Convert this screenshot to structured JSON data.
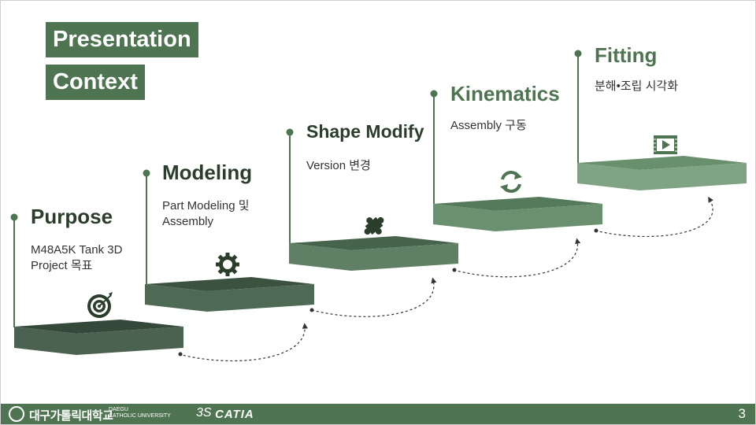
{
  "header": {
    "title_line1": "Presentation",
    "title_line2": "Context"
  },
  "steps": [
    {
      "title": "Purpose",
      "desc_line1": "M48A5K Tank 3D",
      "desc_line2": "Project 목표",
      "icon": "target-icon"
    },
    {
      "title": "Modeling",
      "desc_line1": "Part Modeling 및",
      "desc_line2": "Assembly",
      "icon": "gear-icon"
    },
    {
      "title": "Shape Modify",
      "desc_line1": "Version 변경",
      "desc_line2": "",
      "icon": "puzzle-icon"
    },
    {
      "title": "Kinematics",
      "desc_line1": "Assembly 구동",
      "desc_line2": "",
      "icon": "refresh-icon"
    },
    {
      "title": "Fitting",
      "desc_line1": "분해•조립 시각화",
      "desc_line2": "",
      "icon": "video-icon"
    }
  ],
  "footer": {
    "university_name": "대구가톨릭대학교",
    "university_eng_line1": "DAEGU",
    "university_eng_line2": "CATHOLIC UNIVERSITY",
    "ds_logo": "3S",
    "catia": "CATIA",
    "page_number": "3"
  },
  "colors": {
    "title_bg": "#4f7451",
    "footer_bg": "#4f7451",
    "step_top": [
      "#35493a",
      "#3b5240",
      "#46634b",
      "#557a5b",
      "#68906d"
    ],
    "step_front": [
      "#4c6250",
      "#4f6a54",
      "#5f8064",
      "#6b9070",
      "#7fa384"
    ]
  }
}
